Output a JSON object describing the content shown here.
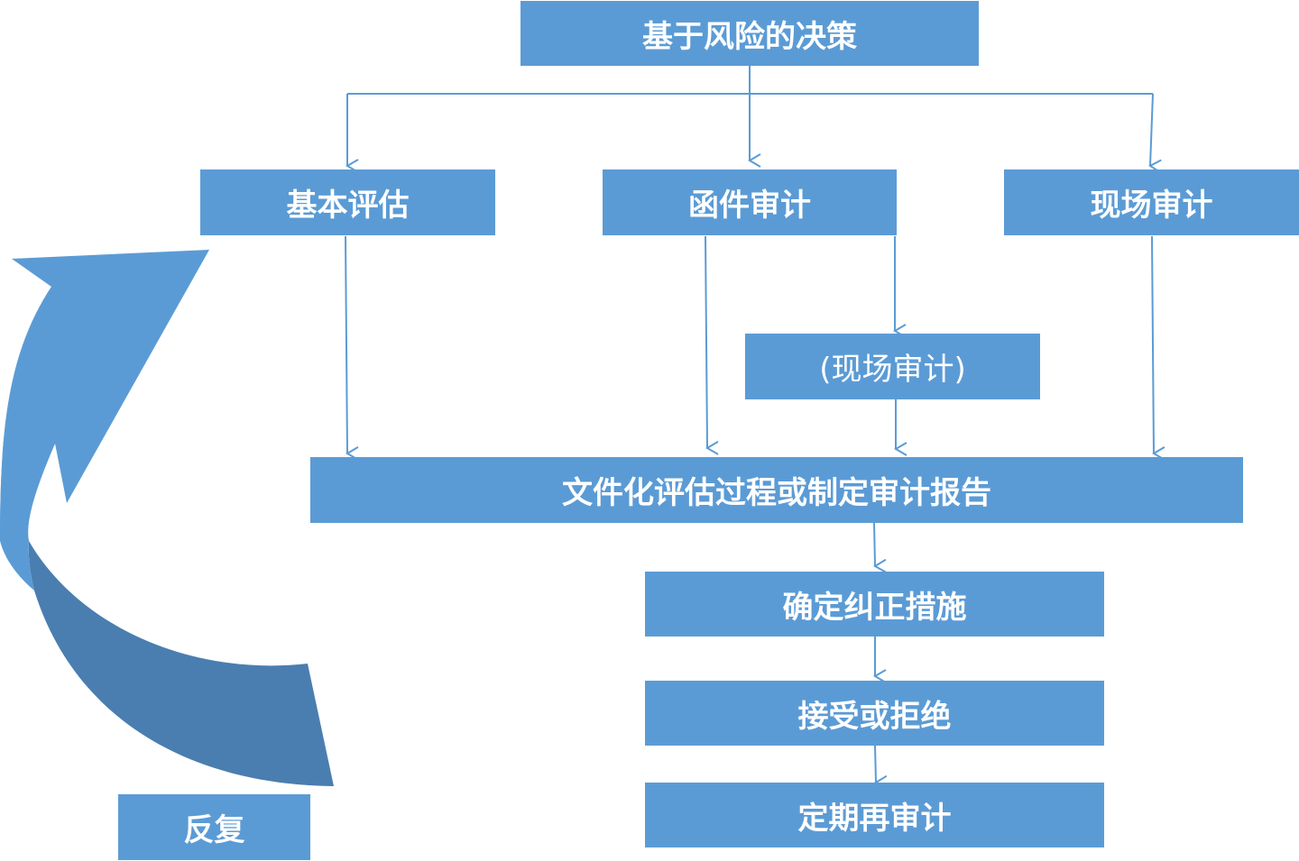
{
  "diagram": {
    "top": "基于风险的决策",
    "basic_assessment": "基本评估",
    "letter_audit": "函件审计",
    "onsite_audit": "现场审计",
    "onsite_audit_optional": "(现场审计)",
    "documentation": "文件化评估过程或制定审计报告",
    "corrective_actions": "确定纠正措施",
    "accept_reject": "接受或拒绝",
    "periodic_reaudit": "定期再审计",
    "repeat": "反复"
  },
  "colors": {
    "box_fill": "#5b9bd5",
    "box_text": "#ffffff",
    "connector": "#5b9bd5",
    "arrow_light": "#5b9bd5",
    "arrow_dark": "#4a7eb0"
  }
}
